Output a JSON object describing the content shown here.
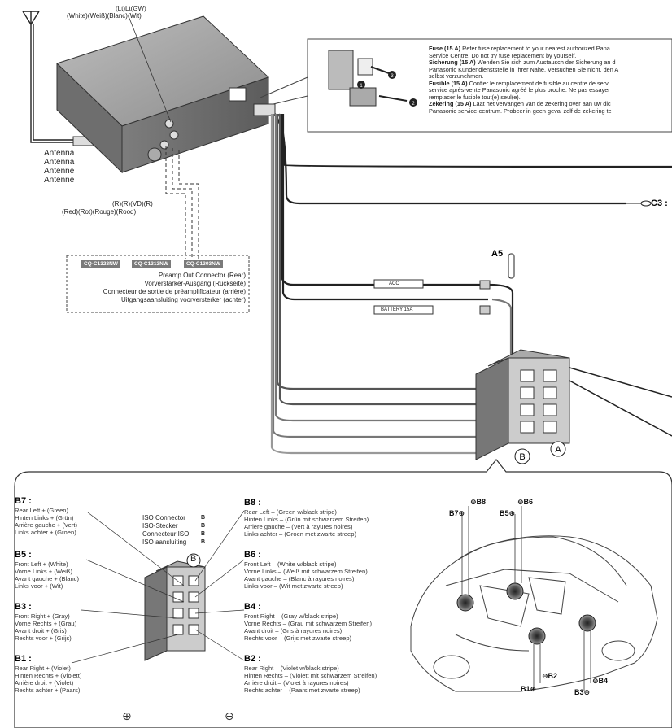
{
  "unit_label": "(Lt)Lt(GW)",
  "unit_label_2": "(White)(Weiß)(Blanc)(Wit)",
  "antenna_labels": [
    "Antenna",
    "Antenna",
    "Antenne",
    "Antenne"
  ],
  "rca_label": "(R)(R)(VD)(R)",
  "rca_label_2": "(Red)(Rot)(Rouge)(Rood)",
  "preamp": {
    "models": [
      "CQ-C1323NW",
      "CQ-C1313NW",
      "CQ-C1303NW"
    ],
    "lines": [
      "Preamp Out Connector (Rear)",
      "Vorverstärker-Ausgang (Rückseite)",
      "Connecteur de sortie de préamplificateur (arrière)",
      "Uitgangsaansluiting voorversterker (achter)"
    ]
  },
  "fuse_lines": [
    {
      "b": "Fuse (15 A)",
      "t": " Refer fuse replacement to your nearest authorized Pana"
    },
    {
      "b": "",
      "t": "Service Centre. Do not try fuse replacement by yourself."
    },
    {
      "b": "Sicherung (15 A)",
      "t": " Wenden Sie sich zum Austausch der Sicherung an d"
    },
    {
      "b": "",
      "t": "Panasonic Kundendienststelle in Ihrer Nähe. Versuchen Sie nicht, den A"
    },
    {
      "b": "",
      "t": "selbst vorzunehmen."
    },
    {
      "b": "Fusible (15 A)",
      "t": " Confier le remplacement de fusible au centre de servi"
    },
    {
      "b": "",
      "t": "service après-vente Panasonic agréé le plus proche. Ne pas essayer"
    },
    {
      "b": "",
      "t": "remplacer le fusible tout(e) seul(e)."
    },
    {
      "b": "Zekering (15 A)",
      "t": " Laat het vervangen van de zekering over aan uw dic"
    },
    {
      "b": "",
      "t": "Panasonic service-centrum. Probeer in geen geval zelf de zekering te"
    }
  ],
  "wire_labels": {
    "c3": "C3 :",
    "a5": "A5",
    "acc": "ACC",
    "battery": "BATTERY 15A",
    "conn_a": "A",
    "conn_b": "B",
    "fuse_steps": [
      "1",
      "2",
      "3"
    ]
  },
  "iso": {
    "lines": [
      "ISO Connector",
      "ISO-Stecker",
      "Connecteur ISO",
      "ISO aansluiting"
    ],
    "letter": "B",
    "box_letter": "B"
  },
  "pins": {
    "b7": {
      "h": "B7 :",
      "l": [
        "Rear Left + (Green)",
        "Hinten Links + (Grün)",
        "Arrière gauche + (Vert)",
        "Links achter + (Groen)"
      ]
    },
    "b5": {
      "h": "B5 :",
      "l": [
        "Front Left + (White)",
        "Vorne Links + (Weiß)",
        "Avant gauche + (Blanc)",
        "Links voor + (Wit)"
      ]
    },
    "b3": {
      "h": "B3 :",
      "l": [
        "Front Right + (Gray)",
        "Vorne Rechts + (Grau)",
        "Avant droit + (Gris)",
        "Rechts voor + (Grijs)"
      ]
    },
    "b1": {
      "h": "B1 :",
      "l": [
        "Rear Right + (Violet)",
        "Hinten Rechts + (Violett)",
        "Arrière droit + (Violet)",
        "Rechts achter + (Paars)"
      ]
    },
    "b8": {
      "h": "B8 :",
      "l": [
        "Rear Left – (Green w/black stripe)",
        "Hinten Links – (Grün mit schwarzem Streifen)",
        "Arrière gauche – (Vert à rayures noires)",
        "Links achter – (Groen met zwarte streep)"
      ]
    },
    "b6": {
      "h": "B6 :",
      "l": [
        "Front Left – (White w/black stripe)",
        "Vorne Links – (Weiß mit schwarzem Streifen)",
        "Avant gauche – (Blanc à rayures noires)",
        "Links voor – (Wit met zwarte streep)"
      ]
    },
    "b4": {
      "h": "B4 :",
      "l": [
        "Front Right – (Gray w/black stripe)",
        "Vorne Rechts – (Grau mit schwarzem Streifen)",
        "Avant droit – (Gris à rayures noires)",
        "Rechts voor – (Grijs met zwarte streep)"
      ]
    },
    "b2": {
      "h": "B2 :",
      "l": [
        "Rear Right – (Violet w/black stripe)",
        "Hinten Rechts – (Violett mit schwarzem Streifen)",
        "Arrière droit – (Violet à rayures noires)",
        "Rechts achter – (Paars met zwarte streep)"
      ]
    }
  },
  "speaker_tags": {
    "b8": "B8",
    "b7": "B7",
    "b6": "B6",
    "b5": "B5",
    "b2": "B2",
    "b1": "B1",
    "b4": "B4",
    "b3": "B3"
  },
  "polarity": {
    "plus": "⊕",
    "minus": "⊖"
  }
}
